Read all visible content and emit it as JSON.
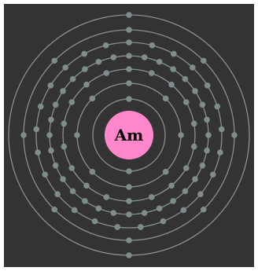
{
  "element": {
    "symbol": "Am",
    "shell_electron_counts": [
      2,
      8,
      18,
      32,
      25,
      8,
      2
    ]
  },
  "colors": {
    "background": "#333333",
    "shell": "#8a8f90",
    "electron": "#7f8c8d",
    "nucleus": "#ff88cc",
    "symbol": "#000000"
  }
}
